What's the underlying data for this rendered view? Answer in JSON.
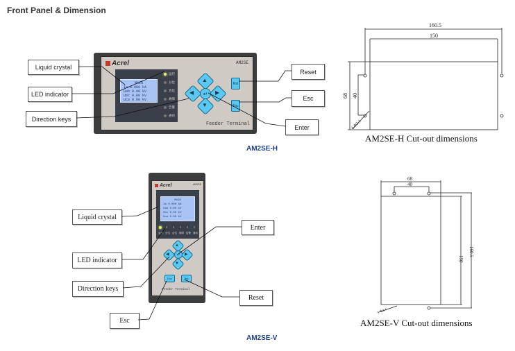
{
  "page": {
    "title": "Front Panel & Dimension"
  },
  "horizontal": {
    "model_caption": "AM2SE-H",
    "device": {
      "brand": "Acrel",
      "model": "AM2SE",
      "footer": "Feeder Terminal",
      "lcd_lines": [
        "MAIN",
        "Ia    0.000 kA",
        "Uab   0.00 kV",
        "Ubc   0.00 kV",
        "Uca   0.00 kV"
      ],
      "leds": [
        {
          "label": "运行",
          "on": true
        },
        {
          "label": "分位",
          "on": false
        },
        {
          "label": "合位",
          "on": false
        },
        {
          "label": "故障",
          "on": false
        },
        {
          "label": "告警",
          "on": false
        },
        {
          "label": "通讯",
          "on": false
        }
      ],
      "keys": {
        "up": "▲",
        "down": "▼",
        "left": "◀",
        "right": "▶",
        "enter": "↵"
      },
      "buttons": {
        "reset": "Rst",
        "esc": "Esc"
      }
    },
    "callouts": {
      "liquid_crystal": "Liquid crystal",
      "led_indicator": "LED indicator",
      "direction_keys": "Direction keys",
      "reset": "Reset",
      "esc": "Esc",
      "enter": "Enter"
    },
    "cutout": {
      "caption": "AM2SE-H Cut-out dimensions",
      "dims": {
        "outer_width": "160.5",
        "inner_width": "150",
        "height": "68",
        "hole_spacing": "40",
        "hole": "4-Φ3.4"
      }
    }
  },
  "vertical": {
    "model_caption": "AM2SE-V",
    "device": {
      "brand": "Acrel",
      "model": "AM2SE",
      "footer": "Feeder Terminal",
      "lcd_lines": [
        "MAIN",
        "Ia    0.000 kA",
        "Uab   0.00 kV",
        "Ubc   0.00 kV",
        "Uca   0.00 kV"
      ],
      "leds": [
        {
          "label": "运行",
          "on": true
        },
        {
          "label": "分位",
          "on": false
        },
        {
          "label": "合位",
          "on": false
        },
        {
          "label": "故障",
          "on": false
        },
        {
          "label": "告警",
          "on": false
        },
        {
          "label": "通讯",
          "on": false
        }
      ],
      "keys": {
        "up": "▲",
        "down": "▼",
        "left": "◀",
        "right": "▶",
        "enter": "↵"
      },
      "buttons": {
        "esc": "Esc",
        "reset": "Rst"
      }
    },
    "callouts": {
      "liquid_crystal": "Liquid crystal",
      "led_indicator": "LED indicator",
      "direction_keys": "Direction keys",
      "enter": "Enter",
      "reset": "Reset",
      "esc": "Esc"
    },
    "cutout": {
      "caption": "AM2SE-V Cut-out dimensions",
      "dims": {
        "outer_width": "68",
        "hole_spacing": "40",
        "height": "150",
        "outer_height": "160.5",
        "hole": "4-Φ3.4"
      }
    }
  },
  "colors": {
    "model_caption": "#1f3f8f",
    "key_fill": "#5ac8f2",
    "lcd": "#a9c3f5",
    "led_on": "#e7f06a"
  }
}
